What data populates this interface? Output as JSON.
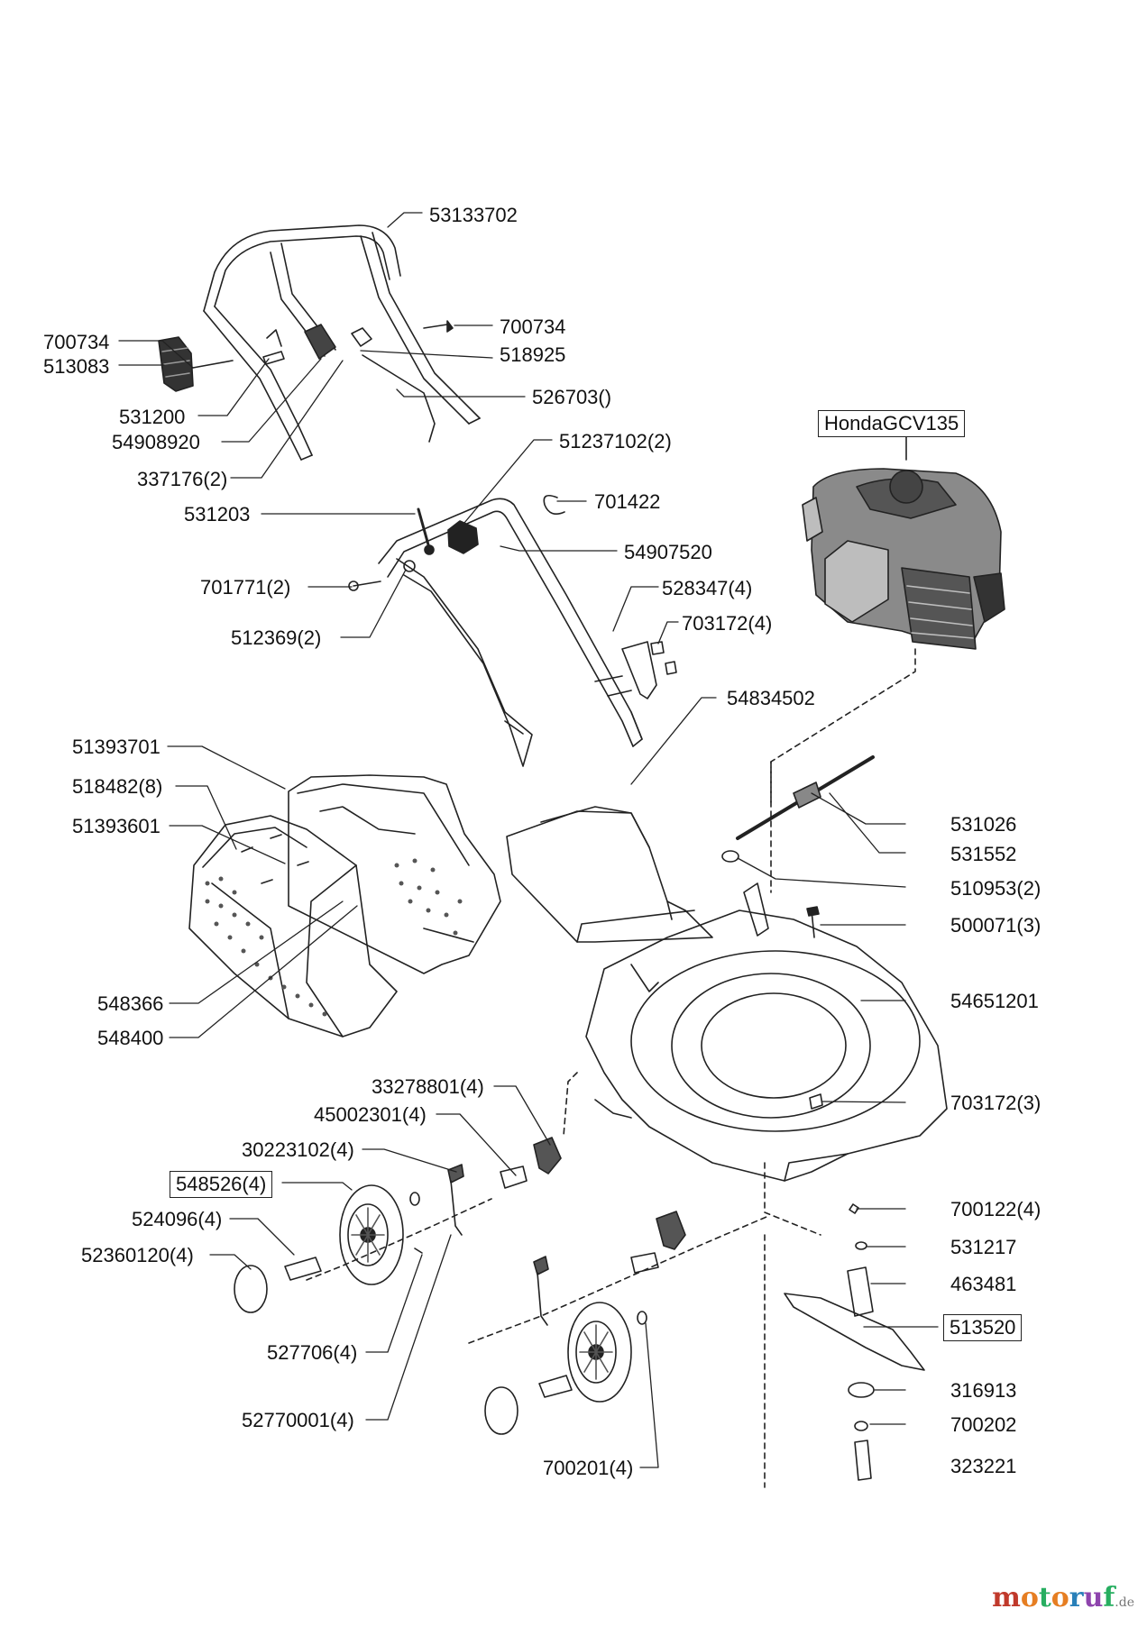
{
  "diagram": {
    "engine_label": "HondaGCV135",
    "parts": {
      "p53133702": "53133702",
      "p700734a": "700734",
      "p513083": "513083",
      "p700734b": "700734",
      "p518925": "518925",
      "p526703": "526703()",
      "p531200": "531200",
      "p54908920": "54908920",
      "p337176": "337176(2)",
      "p51237102": "51237102(2)",
      "p701422": "701422",
      "p531203": "531203",
      "p54907520": "54907520",
      "p701771": "701771(2)",
      "p528347": "528347(4)",
      "p703172_4": "703172(4)",
      "p512369": "512369(2)",
      "p54834502": "54834502",
      "p51393701": "51393701",
      "p518482": "518482(8)",
      "p51393601": "51393601",
      "p531026": "531026",
      "p531552": "531552",
      "p510953": "510953(2)",
      "p500071": "500071(3)",
      "p548366": "548366",
      "p54651201": "54651201",
      "p548400": "548400",
      "p33278801": "33278801(4)",
      "p703172_3": "703172(3)",
      "p45002301": "45002301(4)",
      "p30223102": "30223102(4)",
      "p548526": "548526(4)",
      "p700122": "700122(4)",
      "p524096": "524096(4)",
      "p531217": "531217",
      "p52360120": "52360120(4)",
      "p463481": "463481",
      "p513520": "513520",
      "p527706": "527706(4)",
      "p316913": "316913",
      "p52770001": "52770001(4)",
      "p700202": "700202",
      "p700201": "700201(4)",
      "p323221": "323221"
    },
    "watermark": {
      "main": "motoruf",
      "suffix": ".de"
    },
    "colors": {
      "line": "#222222",
      "engine_dark": "#555555",
      "engine_mid": "#8a8a8a",
      "engine_light": "#bdbdbd",
      "wm_m": "#c0392b",
      "wm_o": "#e67e22",
      "wm_t": "#27ae60",
      "wm_r": "#2980b9",
      "wm_u": "#8e44ad"
    }
  }
}
